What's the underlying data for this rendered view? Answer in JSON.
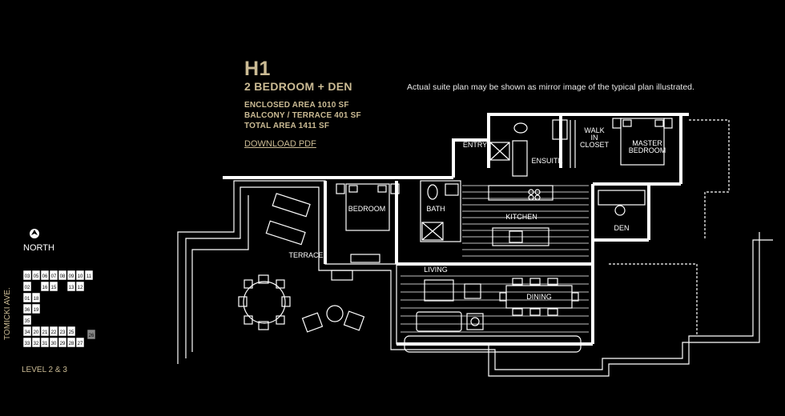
{
  "suite": {
    "code": "H1",
    "type": "2 BEDROOM + DEN",
    "enclosed_area": "ENCLOSED AREA 1010 SF",
    "balcony_area": "BALCONY / TERRACE 401 SF",
    "total_area": "TOTAL AREA 1411 SF",
    "download_label": "DOWNLOAD PDF"
  },
  "note": "Actual suite plan may be shown as mirror image of the typical plan illustrated.",
  "key_plan": {
    "north_label": "NORTH",
    "street_label": "TOMICKI AVE.",
    "level_label": "LEVEL 2 & 3",
    "units": [
      "03",
      "05",
      "06",
      "07",
      "08",
      "09",
      "10",
      "11",
      "02",
      "16",
      "15",
      "13",
      "12",
      "01",
      "18",
      "36",
      "19",
      "35",
      "34",
      "20",
      "21",
      "22",
      "23",
      "25",
      "26",
      "33",
      "32",
      "31",
      "30",
      "29",
      "28",
      "27"
    ],
    "highlight_color": "#cbbb94"
  },
  "rooms": {
    "entry": "ENTRY",
    "ensuite": "ENSUITE",
    "walk_in_closet_1": "WALK",
    "walk_in_closet_2": "IN",
    "walk_in_closet_3": "CLOSET",
    "master_1": "MASTER",
    "master_2": "BEDROOM",
    "bedroom": "BEDROOM",
    "bath": "BATH",
    "kitchen": "KITCHEN",
    "den": "DEN",
    "terrace": "TERRACE",
    "living": "LIVING",
    "dining": "DINING"
  },
  "colors": {
    "accent": "#cbbb94",
    "line": "#ffffff",
    "background": "#000000"
  }
}
